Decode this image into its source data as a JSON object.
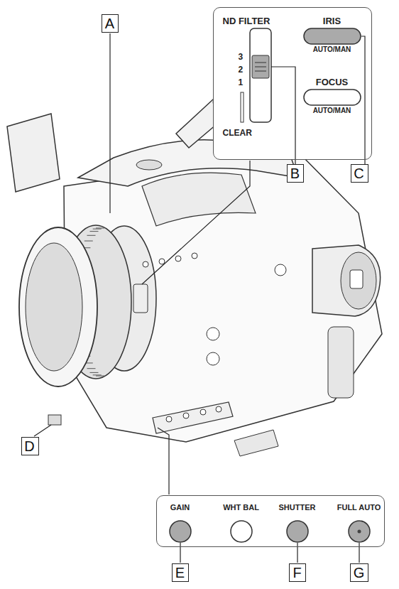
{
  "diagram": {
    "nodes": [
      {
        "text": [
          "A"
        ]
      },
      {
        "text": [
          "ND FILTER",
          "3",
          "2",
          "1",
          "CLEAR",
          "IRIS",
          "AUTO/MAN",
          "FOCUS",
          "AUTO/MAN"
        ]
      },
      {
        "text": [
          "B"
        ]
      },
      {
        "text": [
          "C"
        ]
      },
      {
        "text": [
          "D"
        ]
      },
      {
        "text": [
          "GAIN",
          "WHT BAL",
          "SHUTTER",
          "FULL AUTO"
        ]
      },
      {
        "text": [
          "E"
        ]
      },
      {
        "text": [
          "F"
        ]
      },
      {
        "text": [
          "G"
        ]
      }
    ]
  }
}
